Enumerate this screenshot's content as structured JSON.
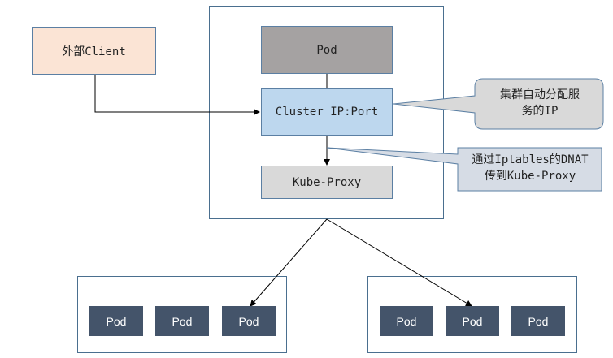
{
  "nodes": {
    "client": "外部Client",
    "pod_top": "Pod",
    "cluster_ip": "Cluster IP:Port",
    "kube_proxy": "Kube-Proxy"
  },
  "callouts": {
    "cluster_ip_line1": "集群自动分配服",
    "cluster_ip_line2": "务的IP",
    "dnat_line1": "通过Iptables的DNAT",
    "dnat_line2": "传到Kube-Proxy"
  },
  "pod_groups": {
    "left": [
      "Pod",
      "Pod",
      "Pod"
    ],
    "right": [
      "Pod",
      "Pod",
      "Pod"
    ]
  },
  "colors": {
    "client_fill": "#fbe4d5",
    "pod_top_fill": "#a5a2a2",
    "cluster_fill": "#bdd7ee",
    "kube_fill": "#d9d9d9",
    "pod_fill": "#44546a",
    "callout1_fill": "#d9d9d9",
    "callout2_fill": "#d6dce5"
  }
}
